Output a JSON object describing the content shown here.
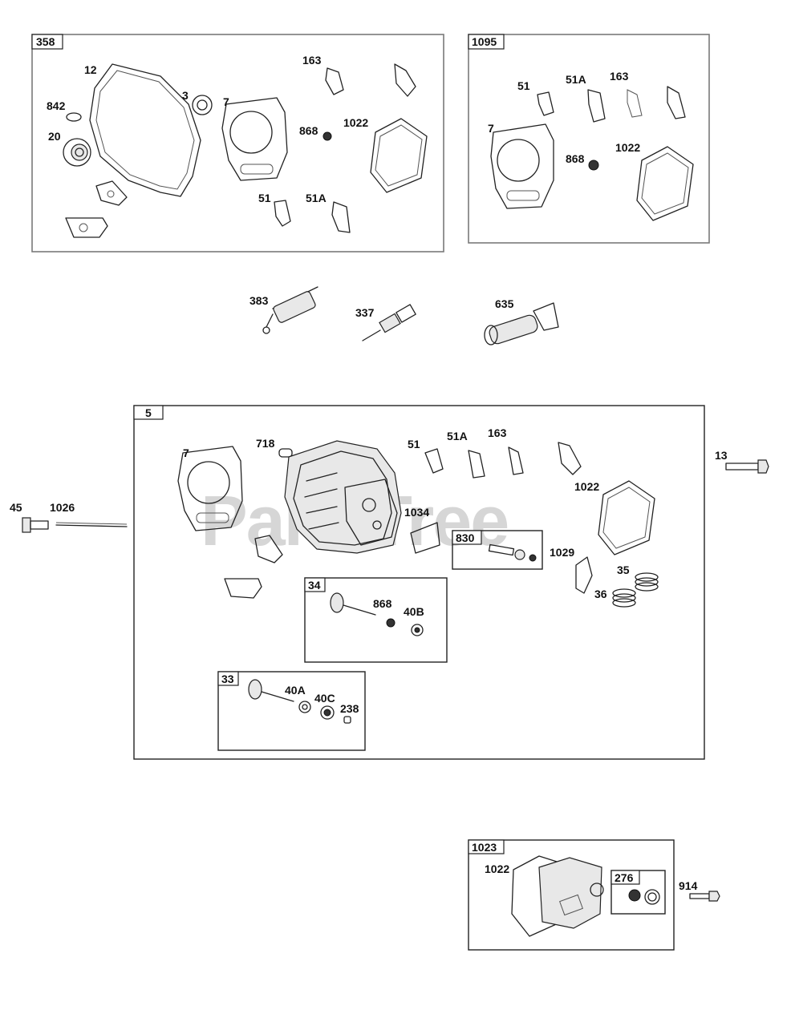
{
  "watermark": "PartsTree",
  "kits": {
    "k358": "358",
    "k1095": "1095",
    "k5": "5",
    "k830": "830",
    "k34": "34",
    "k33": "33",
    "k1023": "1023",
    "k276": "276"
  },
  "labels": {
    "k358": [
      "12",
      "842",
      "3",
      "20",
      "7",
      "163",
      "868",
      "1022",
      "51",
      "51A"
    ],
    "k1095": [
      "51",
      "51A",
      "163",
      "7",
      "868",
      "1022"
    ],
    "loose": [
      "383",
      "337",
      "635",
      "45",
      "1026",
      "13"
    ],
    "k5": [
      "7",
      "718",
      "51",
      "51A",
      "163",
      "1022",
      "1034",
      "1029",
      "35",
      "36"
    ],
    "k830": [],
    "k34": [
      "868",
      "40B"
    ],
    "k33": [
      "40A",
      "40C",
      "238"
    ],
    "k1023": [
      "1022",
      "914"
    ]
  }
}
